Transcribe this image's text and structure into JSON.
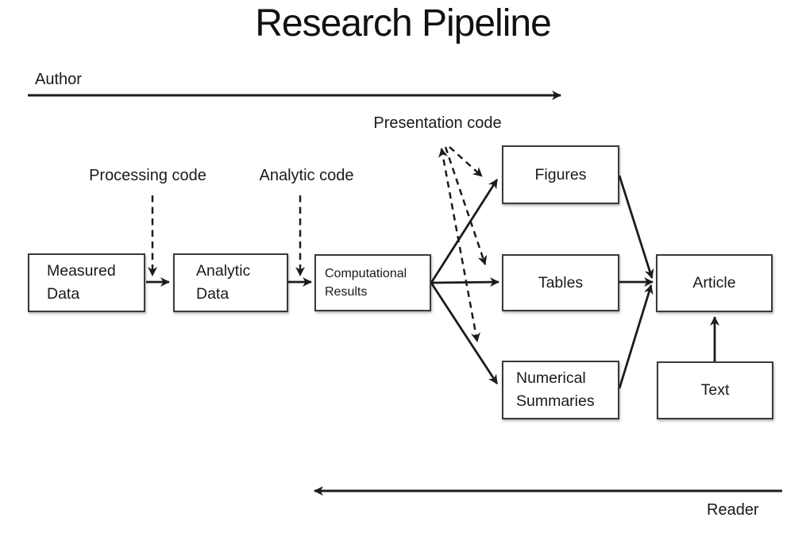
{
  "title": "Research Pipeline",
  "flow_labels": {
    "author": "Author",
    "reader": "Reader"
  },
  "code_labels": {
    "processing": "Processing code",
    "analytic": "Analytic code",
    "presentation": "Presentation code"
  },
  "nodes": {
    "measured_data": "Measured\nData",
    "analytic_data": "Analytic\nData",
    "computational_results": "Computational\nResults",
    "figures": "Figures",
    "tables": "Tables",
    "numerical_summaries": "Numerical\nSummaries",
    "article": "Article",
    "text": "Text"
  },
  "edges": {
    "solid": [
      {
        "from": "measured_data",
        "to": "analytic_data"
      },
      {
        "from": "analytic_data",
        "to": "computational_results"
      },
      {
        "from": "computational_results",
        "to": "figures"
      },
      {
        "from": "computational_results",
        "to": "tables"
      },
      {
        "from": "computational_results",
        "to": "numerical_summaries"
      },
      {
        "from": "figures",
        "to": "article"
      },
      {
        "from": "tables",
        "to": "article"
      },
      {
        "from": "numerical_summaries",
        "to": "article"
      },
      {
        "from": "text",
        "to": "article"
      },
      {
        "from": "author",
        "to": "reader-direction",
        "note": "top flow arrow, left to right"
      },
      {
        "from": "article-side",
        "to": "left",
        "note": "bottom reader arrow, right to left"
      }
    ],
    "dashed": [
      {
        "from": "processing_code",
        "to": "arrow measured_data-analytic_data"
      },
      {
        "from": "analytic_code",
        "to": "arrow analytic_data-computational_results"
      },
      {
        "from": "presentation_code",
        "to": "arrow computational_results-figures"
      },
      {
        "from": "presentation_code",
        "to": "arrow computational_results-tables"
      },
      {
        "from": "presentation_code",
        "to": "arrow computational_results-numerical_summaries",
        "double_headed": true
      }
    ]
  },
  "colors": {
    "background": "#ffffff",
    "line": "#1c1c1c",
    "box_border": "#3a3a3a",
    "text": "#1a1a1a"
  }
}
